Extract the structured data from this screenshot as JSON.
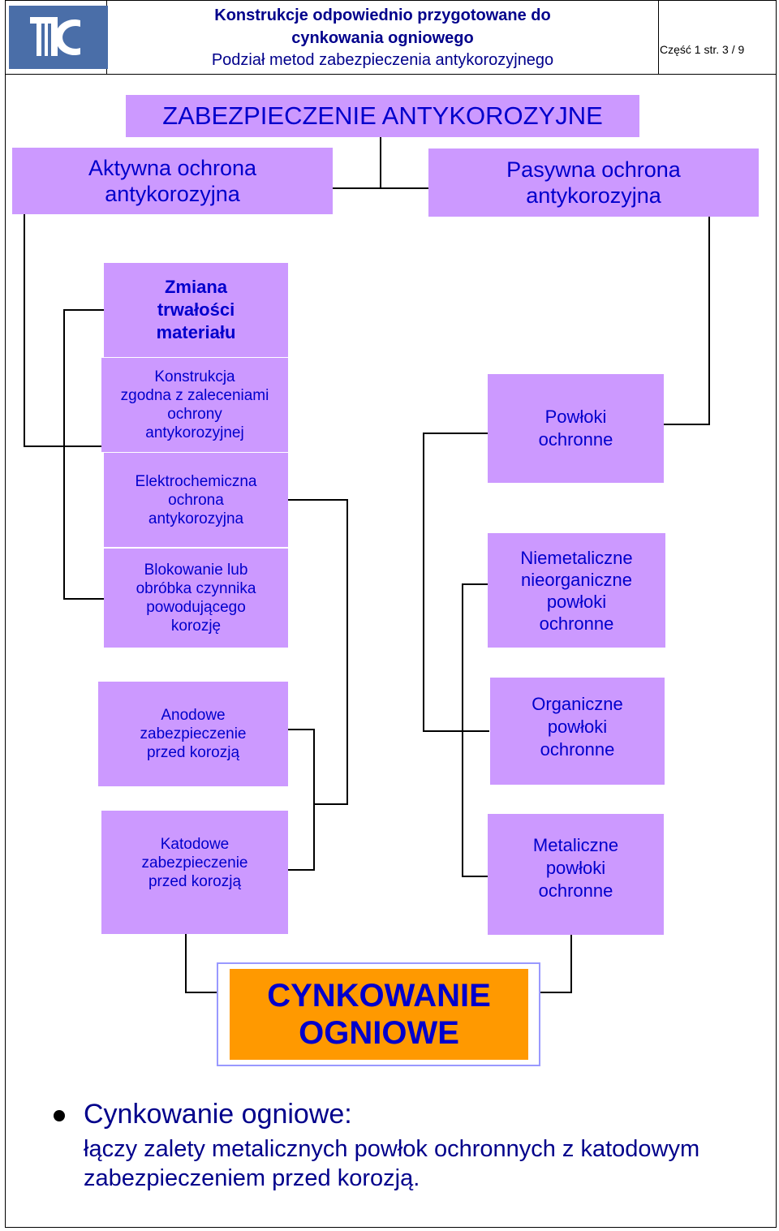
{
  "header": {
    "title_line1": "Konstrukcje odpowiednio przygotowane do",
    "title_line2": "cynkowania ogniowego",
    "subtitle": "Podział metod zabezpieczenia antykorozyjnego",
    "page_info": "Część 1 str. 3 / 9"
  },
  "colors": {
    "box": "#cc99ff",
    "text": "#0000cc",
    "highlight": "#ff9900"
  },
  "diagram": {
    "root": "ZABEZPIECZENIE ANTYKOROZYJNE",
    "active_line1": "Aktywna ochrona",
    "active_line2": "antykorozyjna",
    "passive_line1": "Pasywna ochrona",
    "passive_line2": "antykorozyjna",
    "material_line1": "Zmiana",
    "material_line2": "trwałości",
    "material_line3": "materiału",
    "constr_line1": "Konstrukcja",
    "constr_line2": "zgodna z zaleceniami",
    "constr_line3": "ochrony",
    "constr_line4": "antykorozyjnej",
    "electro_line1": "Elektrochemiczna",
    "electro_line2": "ochrona",
    "electro_line3": "antykorozyjna",
    "block_line1": "Blokowanie lub",
    "block_line2": "obróbka czynnika",
    "block_line3": "powodującego",
    "block_line4": "korozję",
    "anode_line1": "Anodowe",
    "anode_line2": "zabezpieczenie",
    "anode_line3": "przed korozją",
    "cathode_line1": "Katodowe",
    "cathode_line2": "zabezpieczenie",
    "cathode_line3": "przed korozją",
    "coat_line1": "Powłoki",
    "coat_line2": "ochronne",
    "nonmet_line1": "Niemetaliczne",
    "nonmet_line2": "nieorganiczne",
    "nonmet_line3": "powłoki",
    "nonmet_line4": "ochronne",
    "org_line1": "Organiczne",
    "org_line2": "powłoki",
    "org_line3": "ochronne",
    "met_line1": "Metaliczne",
    "met_line2": "powłoki",
    "met_line3": "ochronne",
    "result_line1": "CYNKOWANIE",
    "result_line2": "OGNIOWE"
  },
  "note": {
    "heading": "Cynkowanie ogniowe:",
    "body": "łączy zalety metalicznych powłok ochronnych z katodowym zabezpieczeniem przed korozją."
  }
}
